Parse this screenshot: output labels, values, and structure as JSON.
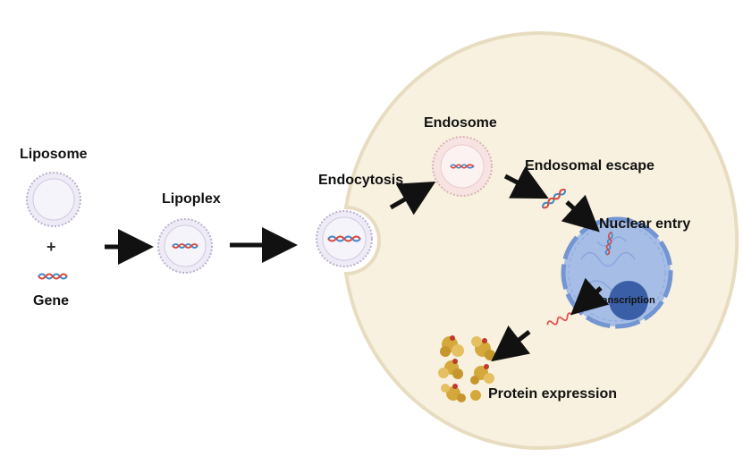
{
  "labels": {
    "liposome": "Liposome",
    "plus": "+",
    "gene": "Gene",
    "lipoplex": "Lipoplex",
    "endocytosis": "Endocytosis",
    "endosome": "Endosome",
    "endosomal_escape": "Endosomal escape",
    "nuclear_entry": "Nuclear entry",
    "transcription": "Transcription",
    "protein_expression": "Protein expression"
  },
  "colors": {
    "cell_fill": "#f8f1df",
    "cell_stroke": "#e6dcc2",
    "liposome_fill": "#eeeaf6",
    "liposome_stroke": "#b9b2cf",
    "endosome_fill": "#f7e4e2",
    "endosome_stroke": "#d9b3b3",
    "nucleus_fill": "#a6bde6",
    "nucleus_stroke": "#7395d1",
    "dna_red": "#d8483b",
    "dna_blue": "#3e86c9",
    "mrna": "#e05252",
    "protein_gold": "#d4a83a",
    "arrow": "#111111"
  },
  "icons": [
    "dna-icon",
    "mrna-icon",
    "protein-cluster-icon",
    "arrow-icon"
  ]
}
